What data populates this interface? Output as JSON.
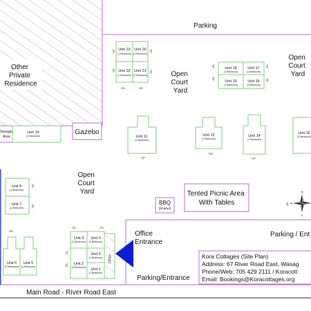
{
  "labels": {
    "parking_top": "Parking",
    "other_private_residence": [
      "Other",
      "Private",
      "Residence"
    ],
    "open_court_yard_top": [
      "Open",
      "Court",
      "Yard"
    ],
    "open_court_yard_right": [
      "Open",
      "Court",
      "Yard"
    ],
    "open_court_yard_left": [
      "Open",
      "Court",
      "Yard"
    ],
    "storage_area": [
      "Storage",
      "Area"
    ],
    "gazebo": "Gazebo",
    "bbq": "BBQ",
    "bbq_shared": "(Shared)",
    "tented_picnic_area": [
      "Tented Picnic Area",
      "With Tables"
    ],
    "office_entrance": [
      "Office",
      "Entrance"
    ],
    "office": "Office",
    "parking_entrance_right": "Parking / Ent",
    "parking_entrance_bottom": "Parking/Entrance",
    "main_road": "Main Road - River Road East"
  },
  "compass": {
    "n": "N",
    "s": "S",
    "e": "E",
    "w": "W"
  },
  "units": {
    "u23": {
      "name": "Unit 23",
      "beds": "(1 Bedroom)"
    },
    "u20": {
      "name": "Unit 20",
      "beds": "(1 Bedroom)"
    },
    "u22": {
      "name": "Unit 22",
      "beds": "(1 Bedroom)"
    },
    "u21": {
      "name": "Unit 21",
      "beds": "(1 Bedroom)"
    },
    "u18": {
      "name": "Unit 18",
      "beds": "(1 Bedroom)"
    },
    "u17": {
      "name": "Unit 17",
      "beds": "(1 Bedroom)"
    },
    "u19": {
      "name": "Unit 19",
      "beds": "(1 Bedroom)"
    },
    "u16": {
      "name": "Unit 16",
      "beds": "(1 Bedroom)"
    },
    "u10": {
      "name": "Unit 10",
      "beds": "(2 Bedroom)"
    },
    "u11": {
      "name": "Unit 11",
      "beds": "(1 Bedroom)"
    },
    "u12": {
      "name": "Unit 12",
      "beds": "(1 Bedroom)"
    },
    "u14": {
      "name": "Unit 14",
      "beds": "(1 Bedroom)"
    },
    "u15": {
      "name": "Unit 15",
      "beds": "(2 Bedroom)"
    },
    "u8": {
      "name": "Unit 8",
      "beds": "(1 Bedroom)"
    },
    "u7": {
      "name": "Unit 7",
      "beds": "(1 Bedroom)"
    },
    "u6": {
      "name": "Unit 6",
      "beds": "(2 Bedroom)"
    },
    "u5": {
      "name": "Unit 5",
      "beds": "(2 Bedroom)"
    },
    "u4": {
      "name": "Unit 4",
      "beds": "(1 Bedroom)"
    },
    "u3": {
      "name": "Unit 3",
      "beds": "(1 Bedroom)"
    },
    "u0": {
      "name": "Unit 0",
      "beds": "(1 Bedroom)"
    },
    "u2": {
      "name": "Unit 2",
      "beds": "(2 Bedroom)"
    },
    "u1": {
      "name": "Unit 1",
      "beds": "(1 Bedroom)"
    }
  },
  "info": {
    "title": "Kora Cottages (Site Plan)",
    "address": "Address: 67 River Road East, Wasag",
    "phone": "Phone/Web: 705 429 2111 / Koracott",
    "email": "Email: Bookings@Koracottages.org"
  },
  "colors": {
    "unit_outline": "#7dcc7d",
    "boundary": "#b46cc4",
    "entrance_arrow": "#0a1ed6",
    "marker": "#bdbdbd",
    "hatch": "#9a9a9a"
  }
}
